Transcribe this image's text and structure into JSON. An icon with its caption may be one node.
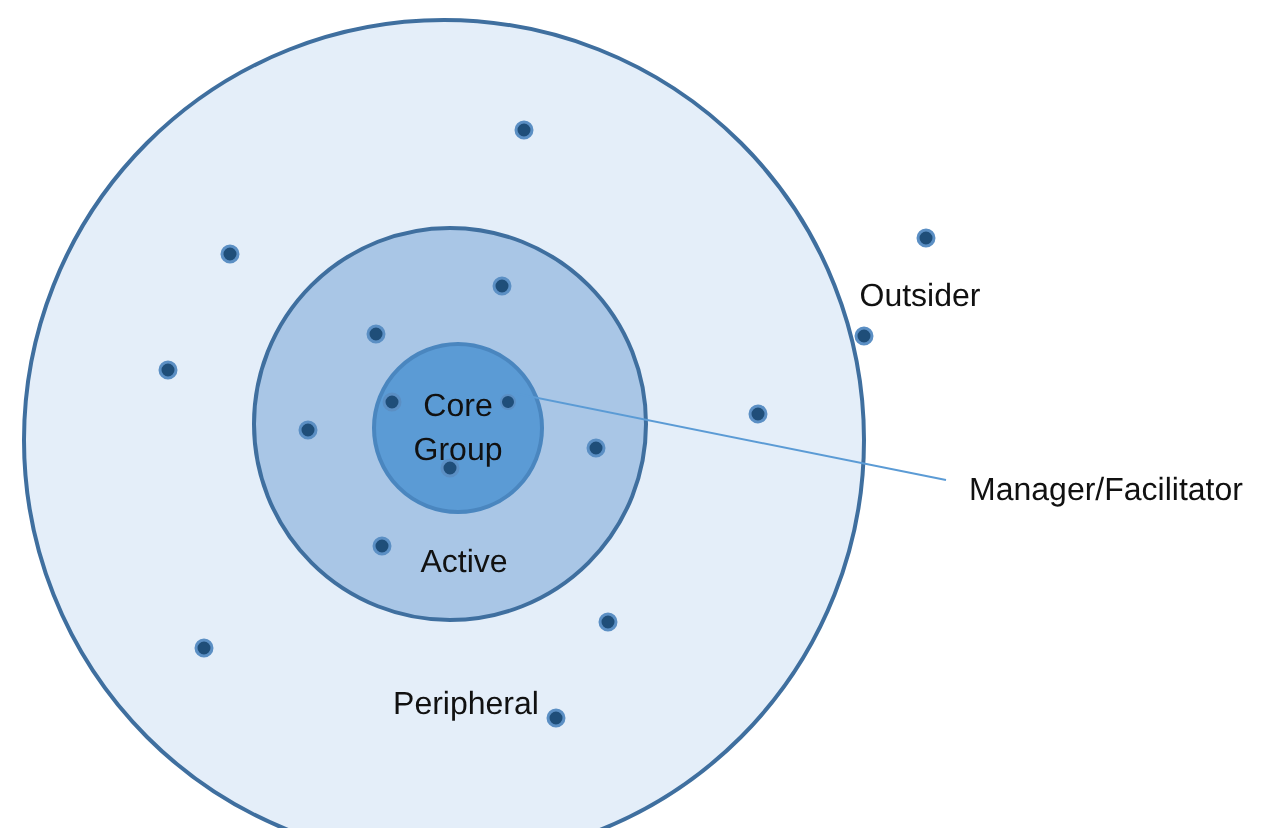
{
  "diagram": {
    "nodes": [
      {
        "text": [
          "Peripheral"
        ]
      },
      {
        "text": [
          "Active"
        ],
        "in": 0
      },
      {
        "text": [
          "Core Group"
        ],
        "in": 1
      },
      {
        "text": [
          "Manager/Facilitator"
        ]
      },
      {
        "text": [],
        "shape": "circle",
        "in": 2
      }
    ],
    "edges": [
      {
        "from": 3,
        "to": 4,
        "arrow": "none"
      }
    ],
    "labels": [
      "Outsider"
    ]
  }
}
